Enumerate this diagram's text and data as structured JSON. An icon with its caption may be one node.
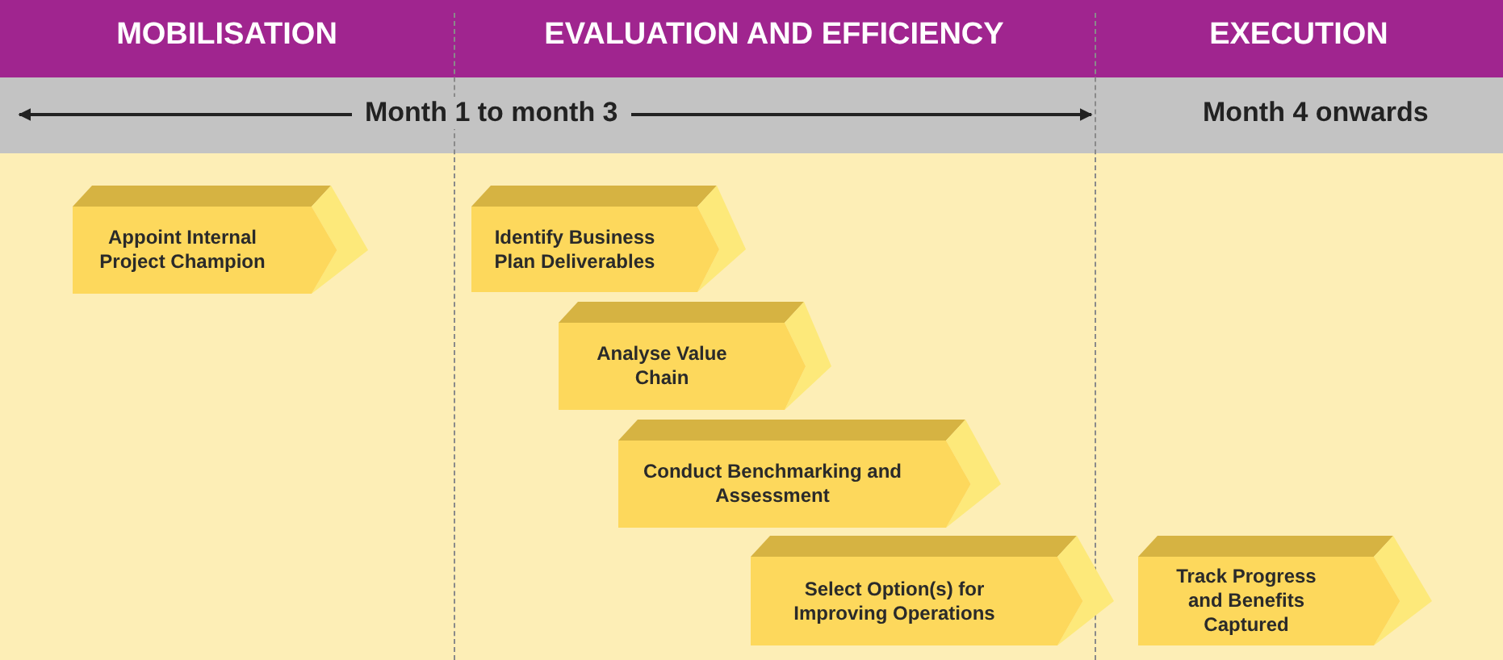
{
  "diagram": {
    "nodes": [
      {
        "text": [
          "Appoint Internal Project Champion"
        ]
      },
      {
        "text": [
          "Identify Business Plan Deliverables"
        ]
      },
      {
        "text": [
          "Analyse Value Chain"
        ]
      },
      {
        "text": [
          "Conduct Benchmarking and Assessment"
        ]
      },
      {
        "text": [
          "Select Option(s) for Improving Operations"
        ]
      },
      {
        "text": [
          "Track Progress and Benefits Captured"
        ]
      }
    ],
    "labels": [
      "MOBILISATION",
      "EVALUATION AND EFFICIENCY",
      "EXECUTION",
      "Month 1 to month 3",
      "Month 4 onwards"
    ]
  }
}
